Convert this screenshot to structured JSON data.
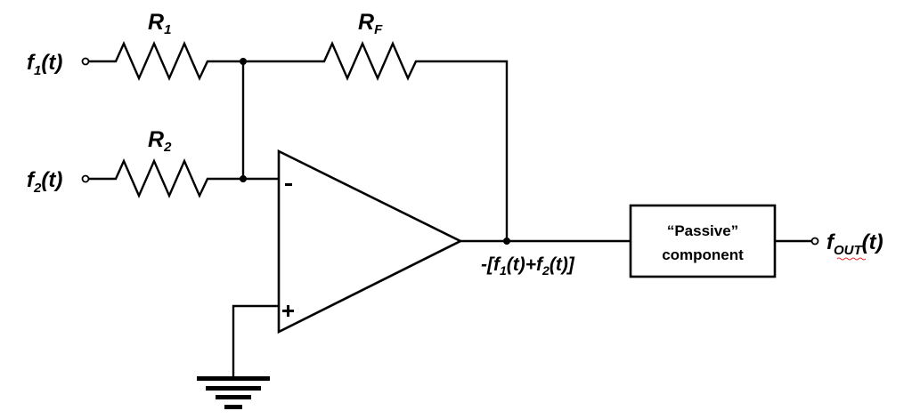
{
  "diagram": {
    "type": "inverting summing amplifier circuit",
    "inputs": [
      {
        "name": "f",
        "sub": "1",
        "suffix": "(t)"
      },
      {
        "name": "f",
        "sub": "2",
        "suffix": "(t)"
      }
    ],
    "resistors": [
      {
        "name": "R",
        "sub": "1"
      },
      {
        "name": "R",
        "sub": "2"
      },
      {
        "name": "R",
        "sub": "F"
      }
    ],
    "opamp": {
      "inverting_sign": "-",
      "noninverting_sign": "+"
    },
    "summing_output_label": {
      "prefix": "-[f",
      "sub1": "1",
      "mid": "(t)+f",
      "sub2": "2",
      "suffix": "(t)]"
    },
    "block": {
      "line1": "“Passive”",
      "line2": "component"
    },
    "output": {
      "name": "f",
      "sub": "OUT",
      "suffix": "(t)",
      "spellcheck_underline_color": "#e03030"
    },
    "ground": "ground-symbol"
  }
}
